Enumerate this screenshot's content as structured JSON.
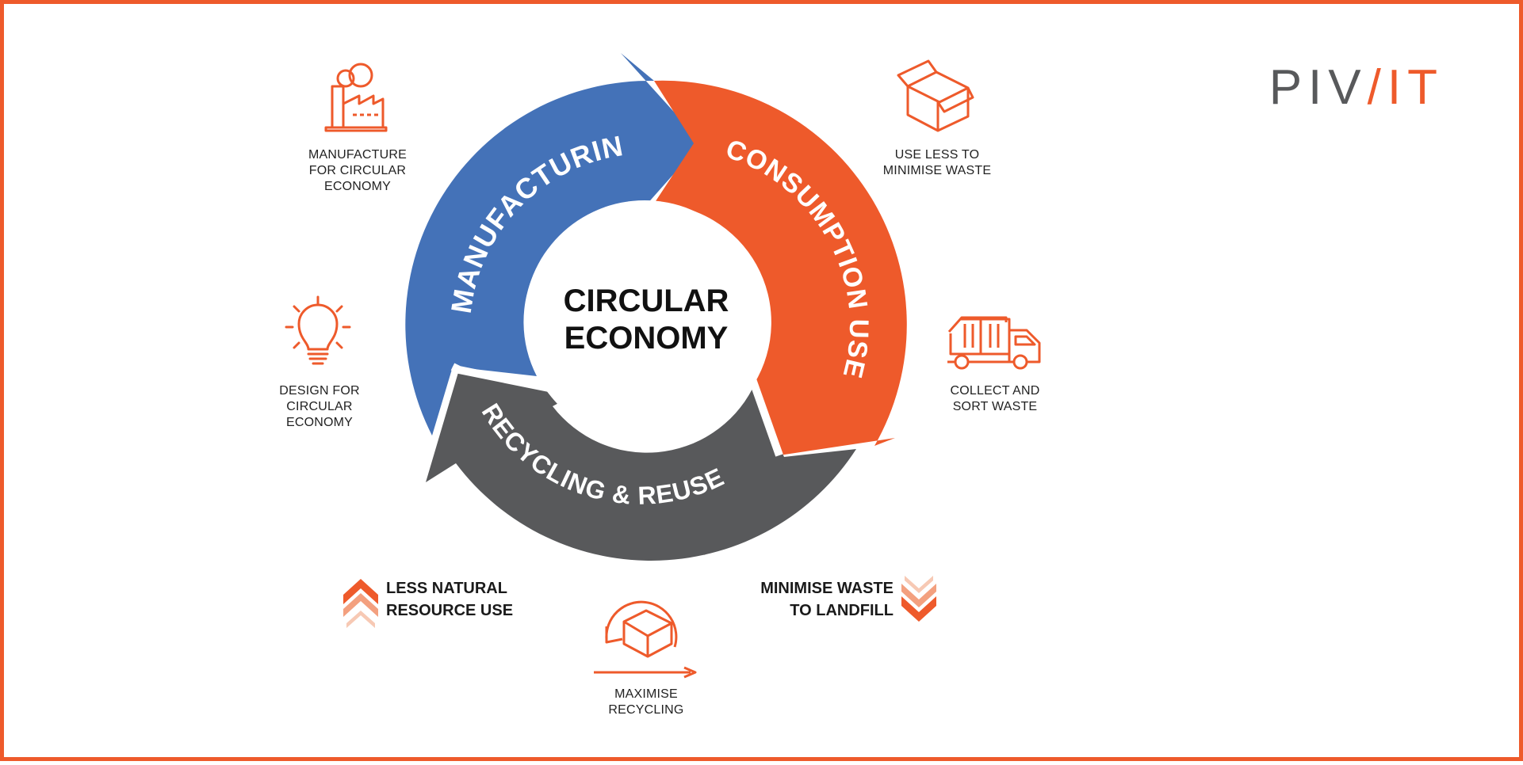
{
  "logo": {
    "part1": "PI",
    "part2": "V",
    "part3": "/",
    "part4": "IT"
  },
  "colors": {
    "orange": "#ee5a2b",
    "blue": "#4472b8",
    "gray": "#58595b",
    "border": "#ee5a2b"
  },
  "center": {
    "line1": "CIRCULAR",
    "line2": "ECONOMY"
  },
  "stages": [
    {
      "label": "MANUFACTURING",
      "color": "#4472b8"
    },
    {
      "label": "CONSUMPTION USE",
      "color": "#ee5a2b"
    },
    {
      "label": "RECYCLING & REUSE",
      "color": "#58595b"
    }
  ],
  "steps": [
    {
      "icon": "factory-icon",
      "label": "MANUFACTURE\nFOR CIRCULAR\nECONOMY"
    },
    {
      "icon": "box-icon",
      "label": "USE LESS TO\nMINIMISE WASTE"
    },
    {
      "icon": "garbage-truck-icon",
      "label": "COLLECT AND\nSORT WASTE"
    },
    {
      "icon": "recycle-box-icon",
      "label": "MAXIMISE\nRECYCLING"
    },
    {
      "icon": "lightbulb-icon",
      "label": "DESIGN FOR\nCIRCULAR\nECONOMY"
    }
  ],
  "benefits": [
    {
      "icon": "chevrons-up-icon",
      "label": "LESS NATURAL\nRESOURCE USE"
    },
    {
      "icon": "chevrons-down-icon",
      "label": "MINIMISE WASTE\nTO LANDFILL"
    }
  ]
}
